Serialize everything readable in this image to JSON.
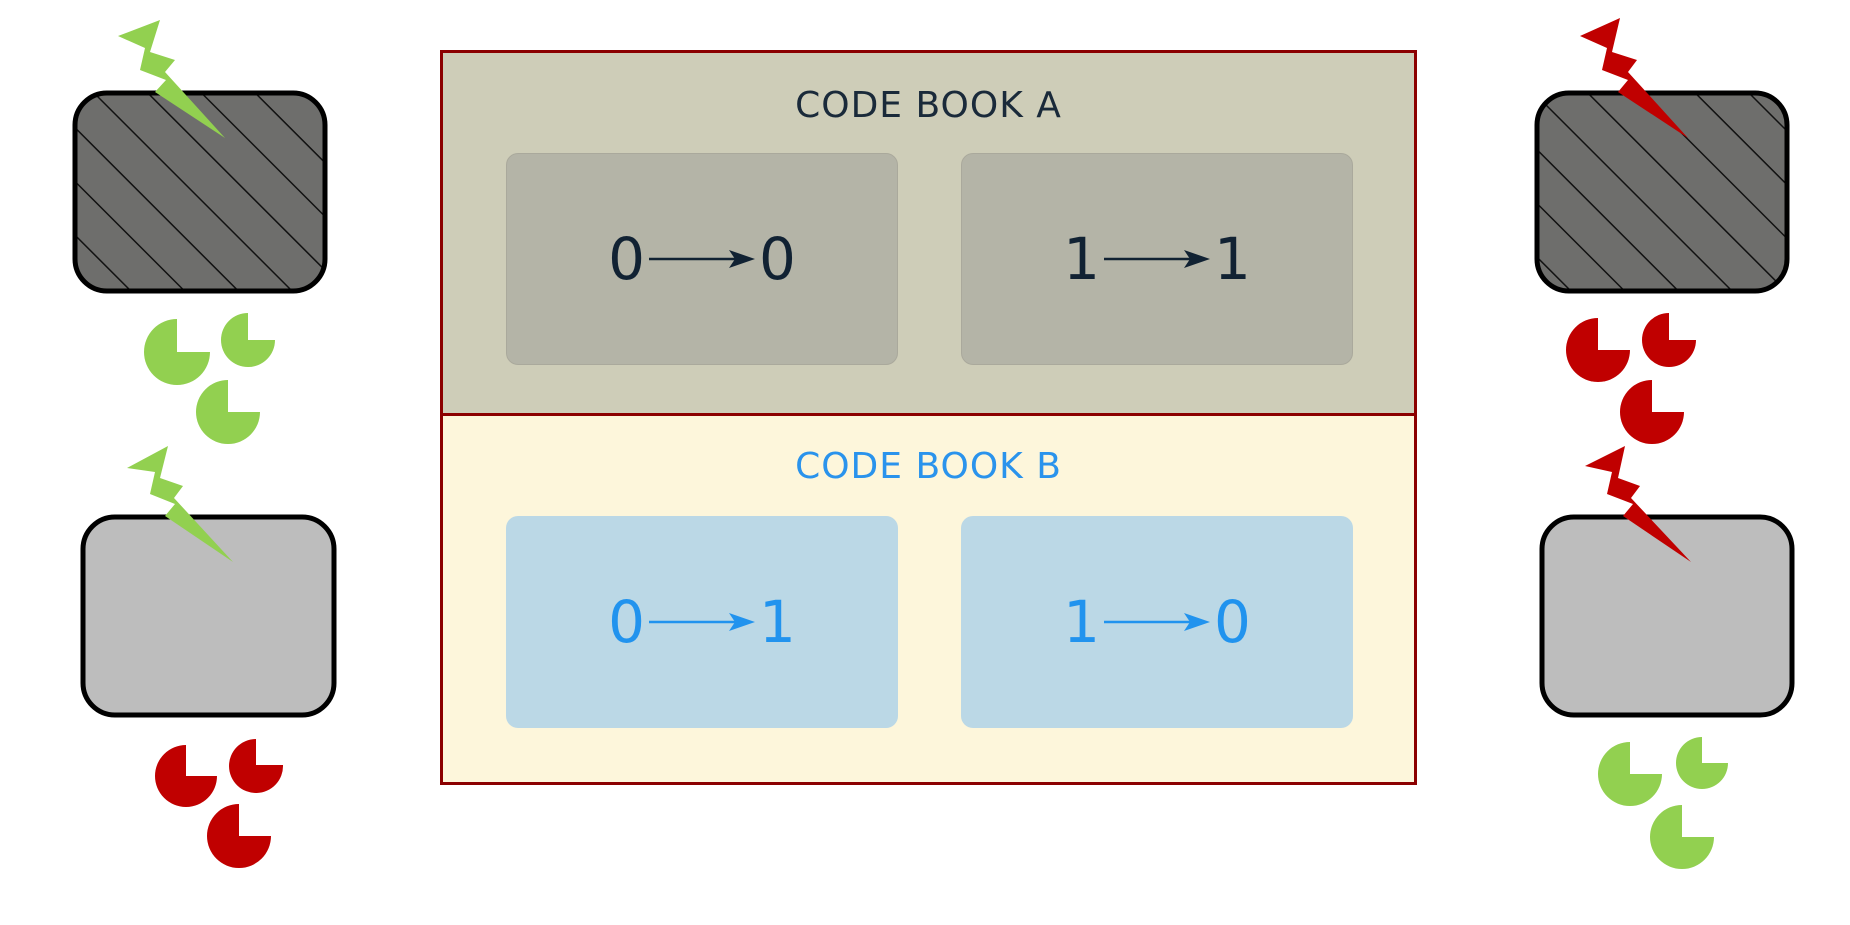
{
  "code_books": [
    {
      "title": "CODE BOOK A",
      "mappings": [
        {
          "from": "0",
          "to": "0"
        },
        {
          "from": "1",
          "to": "1"
        }
      ]
    },
    {
      "title": "CODE BOOK B",
      "mappings": [
        {
          "from": "0",
          "to": "1"
        },
        {
          "from": "1",
          "to": "0"
        }
      ]
    }
  ],
  "colors": {
    "frame_border": "#8b0000",
    "book_a_bg": "#cecdb8",
    "book_a_card": "#b4b4a7",
    "book_a_text": "#112233",
    "book_b_bg": "#fdf6db",
    "book_b_card": "#bbd8e6",
    "book_b_text": "#2193ee",
    "signal_green": "#92d050",
    "signal_red": "#c00000",
    "box_hatched": "#6e6e6c",
    "box_plain": "#bdbdbd"
  },
  "icons": {
    "bolt": "lightning-bolt-icon",
    "token": "pie-token-icon"
  }
}
